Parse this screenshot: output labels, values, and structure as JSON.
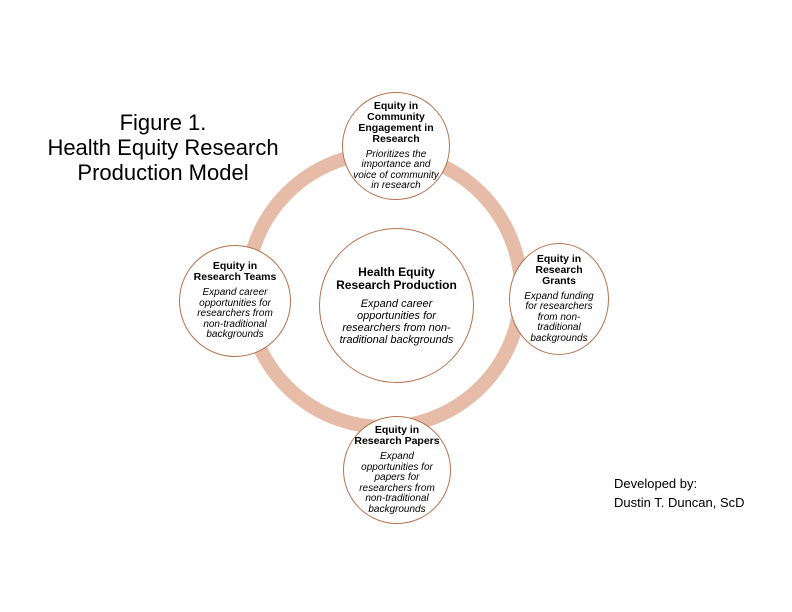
{
  "figure": {
    "title_line1": "Figure 1.",
    "title_line2": "Health Equity Research",
    "title_line3": "Production Model"
  },
  "nodes": {
    "center": {
      "title": "Health Equity Research Production",
      "desc": "Expand career opportunities for researchers from non-traditional backgrounds"
    },
    "top": {
      "title": "Equity in Community Engagement in Research",
      "desc": "Prioritizes the importance and voice of community in research"
    },
    "left": {
      "title": "Equity in Research Teams",
      "desc": "Expand career opportunities for researchers from non-traditional backgrounds"
    },
    "right": {
      "title": "Equity in Research Grants",
      "desc": "Expand funding for researchers from non-traditional backgrounds"
    },
    "bottom": {
      "title": "Equity in Research Papers",
      "desc": "Expand opportunities for papers for researchers from non-traditional backgrounds"
    }
  },
  "credit": {
    "line1": "Developed by:",
    "line2": "Dustin T. Duncan, ScD"
  },
  "colors": {
    "ring": "#e6bca8",
    "node_border": "#b5724f"
  }
}
